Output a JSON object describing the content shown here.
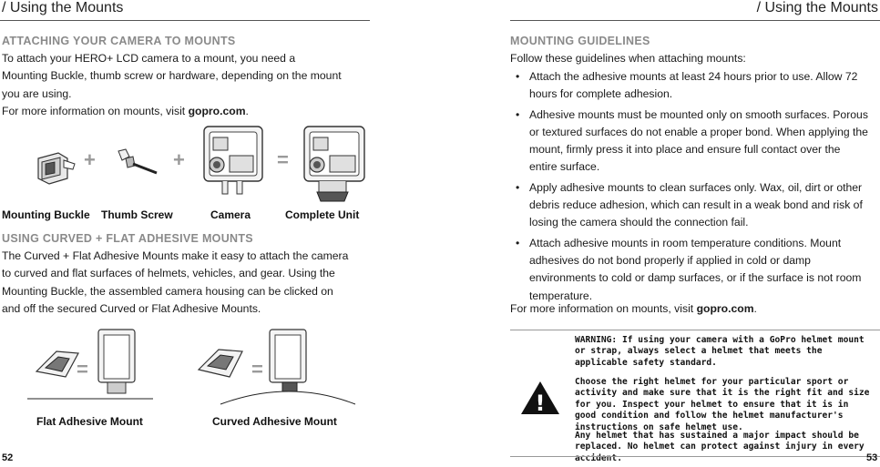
{
  "left_page": {
    "header": "/ Using the Mounts",
    "attaching": {
      "heading": "ATTACHING YOUR CAMERA TO MOUNTS",
      "lines": [
        "To attach your HERO+ LCD camera to a mount, you need a",
        "Mounting Buckle, thumb screw or hardware, depending on the mount",
        "you are using."
      ],
      "more_info_prefix": "For more information on mounts, visit ",
      "more_info_link": "gopro.com",
      "more_info_suffix": "."
    },
    "assembly": {
      "labels": [
        "Mounting Buckle",
        "Thumb Screw",
        "Camera",
        "Complete Unit"
      ],
      "plus": "+",
      "equals": "="
    },
    "curved_flat": {
      "heading": "USING CURVED + FLAT ADHESIVE MOUNTS",
      "lines": [
        "The Curved + Flat Adhesive Mounts make it easy to attach the camera",
        "to curved and flat surfaces of helmets, vehicles, and gear. Using the",
        "Mounting Buckle, the assembled camera housing can be clicked on",
        "and off the secured Curved or Flat Adhesive Mounts."
      ],
      "labels": [
        "Flat Adhesive Mount",
        "Curved Adhesive Mount"
      ],
      "equals": "="
    },
    "page_number": "52"
  },
  "right_page": {
    "header": "/ Using the Mounts",
    "guidelines": {
      "heading": "MOUNTING GUIDELINES",
      "intro": "Follow these guidelines when attaching mounts:",
      "bullet_char": "•",
      "items": [
        "Attach the adhesive mounts at least 24 hours prior to use. Allow 72 hours for complete adhesion.",
        "Adhesive mounts must be mounted only on smooth surfaces. Porous or textured surfaces do not enable a proper bond. When applying the mount, firmly press it into place and ensure full contact over the entire surface.",
        "Apply adhesive mounts to clean surfaces only. Wax, oil, dirt or other debris reduce adhesion, which can result in a weak bond and risk of losing the camera should the connection fail.",
        "Attach adhesive mounts in room temperature conditions. Mount adhesives do not bond properly if applied in cold or damp environments to cold or damp surfaces, or if the surface is not room temperature."
      ],
      "more_info_prefix": "For more information on mounts, visit ",
      "more_info_link": "gopro.com",
      "more_info_suffix": "."
    },
    "warning": {
      "icon": "warning-triangle-icon",
      "icon_glyph": "!",
      "p1": "WARNING: If using your camera with a GoPro helmet mount or strap, always select a helmet that meets the applicable safety standard.",
      "p2": "Choose the right helmet for your particular sport or activity and make sure that it is the right fit and size for you. Inspect your helmet to ensure that it is in good condition and follow the helmet manufacturer's instructions on safe helmet use.",
      "p3": "Any helmet that has sustained a major impact should be replaced. No helmet can protect against injury in every accident."
    },
    "page_number": "53"
  }
}
